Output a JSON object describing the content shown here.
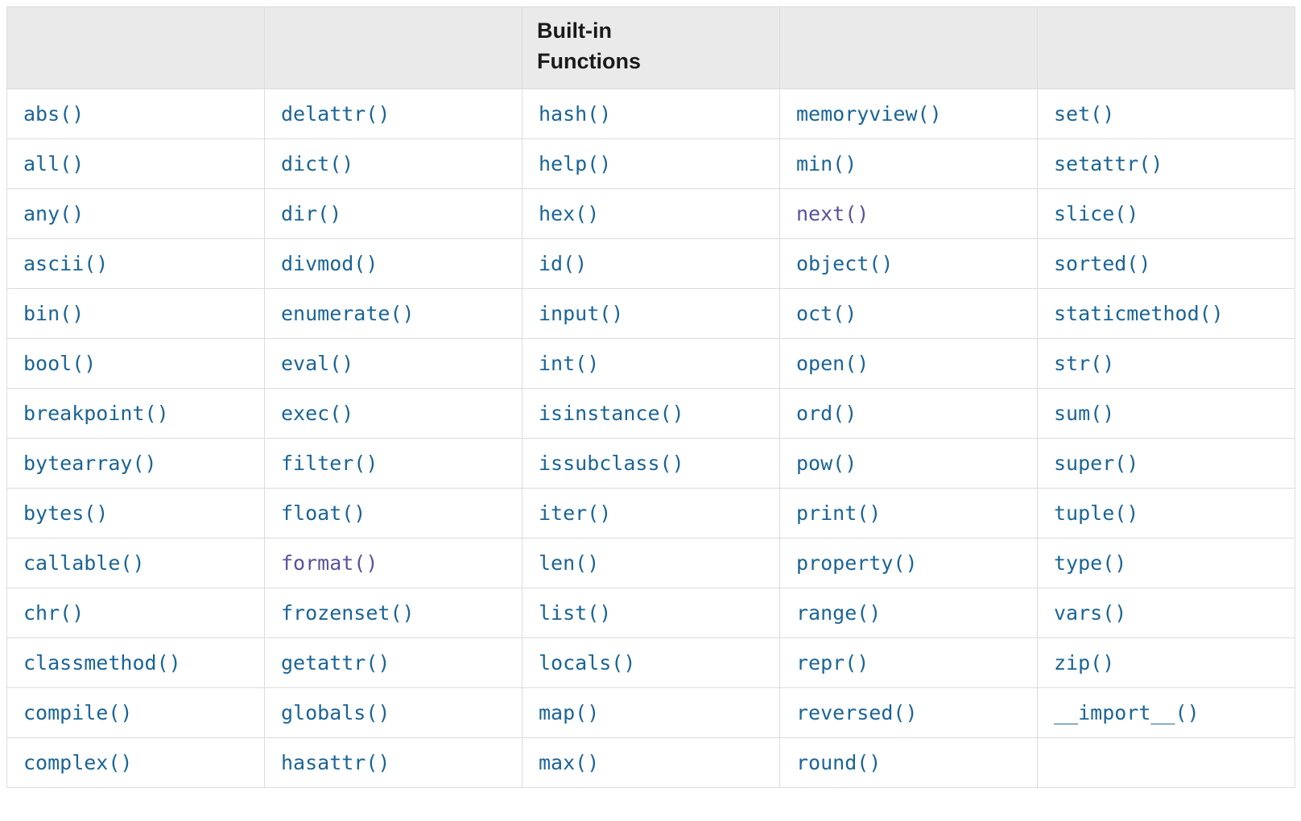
{
  "table": {
    "title": "Built-in Functions",
    "title_column_index": 2,
    "header_cells": [
      "",
      "",
      "Built-in Functions",
      "",
      ""
    ],
    "colors": {
      "link": "#1a6496",
      "visited_link": "#59519c",
      "header_background": "#eaeaea",
      "border": "#dcdcdc",
      "page_background": "#ffffff",
      "header_text": "#1a1a1a"
    },
    "columns": 5,
    "row_count": 14,
    "rows": [
      [
        {
          "label": "abs()",
          "state": "link"
        },
        {
          "label": "delattr()",
          "state": "link"
        },
        {
          "label": "hash()",
          "state": "link"
        },
        {
          "label": "memoryview()",
          "state": "link"
        },
        {
          "label": "set()",
          "state": "link"
        }
      ],
      [
        {
          "label": "all()",
          "state": "link"
        },
        {
          "label": "dict()",
          "state": "link"
        },
        {
          "label": "help()",
          "state": "link"
        },
        {
          "label": "min()",
          "state": "link"
        },
        {
          "label": "setattr()",
          "state": "link"
        }
      ],
      [
        {
          "label": "any()",
          "state": "link"
        },
        {
          "label": "dir()",
          "state": "link"
        },
        {
          "label": "hex()",
          "state": "link"
        },
        {
          "label": "next()",
          "state": "visited"
        },
        {
          "label": "slice()",
          "state": "link"
        }
      ],
      [
        {
          "label": "ascii()",
          "state": "link"
        },
        {
          "label": "divmod()",
          "state": "link"
        },
        {
          "label": "id()",
          "state": "link"
        },
        {
          "label": "object()",
          "state": "link"
        },
        {
          "label": "sorted()",
          "state": "link"
        }
      ],
      [
        {
          "label": "bin()",
          "state": "link"
        },
        {
          "label": "enumerate()",
          "state": "link"
        },
        {
          "label": "input()",
          "state": "link"
        },
        {
          "label": "oct()",
          "state": "link"
        },
        {
          "label": "staticmethod()",
          "state": "link"
        }
      ],
      [
        {
          "label": "bool()",
          "state": "link"
        },
        {
          "label": "eval()",
          "state": "link"
        },
        {
          "label": "int()",
          "state": "link"
        },
        {
          "label": "open()",
          "state": "link"
        },
        {
          "label": "str()",
          "state": "link"
        }
      ],
      [
        {
          "label": "breakpoint()",
          "state": "link"
        },
        {
          "label": "exec()",
          "state": "link"
        },
        {
          "label": "isinstance()",
          "state": "link"
        },
        {
          "label": "ord()",
          "state": "link"
        },
        {
          "label": "sum()",
          "state": "link"
        }
      ],
      [
        {
          "label": "bytearray()",
          "state": "link"
        },
        {
          "label": "filter()",
          "state": "link"
        },
        {
          "label": "issubclass()",
          "state": "link"
        },
        {
          "label": "pow()",
          "state": "link"
        },
        {
          "label": "super()",
          "state": "link"
        }
      ],
      [
        {
          "label": "bytes()",
          "state": "link"
        },
        {
          "label": "float()",
          "state": "link"
        },
        {
          "label": "iter()",
          "state": "link"
        },
        {
          "label": "print()",
          "state": "link"
        },
        {
          "label": "tuple()",
          "state": "link"
        }
      ],
      [
        {
          "label": "callable()",
          "state": "link"
        },
        {
          "label": "format()",
          "state": "visited"
        },
        {
          "label": "len()",
          "state": "link"
        },
        {
          "label": "property()",
          "state": "link"
        },
        {
          "label": "type()",
          "state": "link"
        }
      ],
      [
        {
          "label": "chr()",
          "state": "link"
        },
        {
          "label": "frozenset()",
          "state": "link"
        },
        {
          "label": "list()",
          "state": "link"
        },
        {
          "label": "range()",
          "state": "link"
        },
        {
          "label": "vars()",
          "state": "link"
        }
      ],
      [
        {
          "label": "classmethod()",
          "state": "link"
        },
        {
          "label": "getattr()",
          "state": "link"
        },
        {
          "label": "locals()",
          "state": "link"
        },
        {
          "label": "repr()",
          "state": "link"
        },
        {
          "label": "zip()",
          "state": "link"
        }
      ],
      [
        {
          "label": "compile()",
          "state": "link"
        },
        {
          "label": "globals()",
          "state": "link"
        },
        {
          "label": "map()",
          "state": "link"
        },
        {
          "label": "reversed()",
          "state": "link"
        },
        {
          "label": "__import__()",
          "state": "link"
        }
      ],
      [
        {
          "label": "complex()",
          "state": "link"
        },
        {
          "label": "hasattr()",
          "state": "link"
        },
        {
          "label": "max()",
          "state": "link"
        },
        {
          "label": "round()",
          "state": "link"
        },
        {
          "label": "",
          "state": "empty"
        }
      ]
    ]
  }
}
